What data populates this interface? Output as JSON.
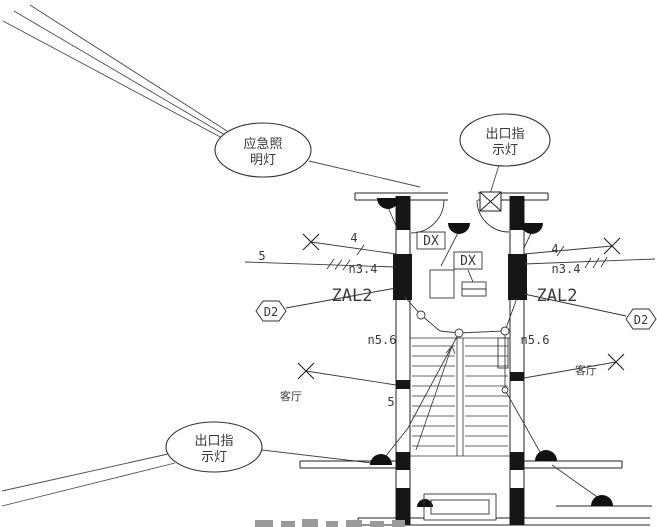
{
  "drawing": {
    "callouts": {
      "emergency": {
        "line1": "应急照",
        "line2": "明灯"
      },
      "exit_top": {
        "line1": "出口指",
        "line2": "示灯"
      },
      "exit_bottom": {
        "line1": "出口指",
        "line2": "示灯"
      }
    },
    "labels": {
      "dx_top": "DX",
      "dx_mid": "DX",
      "panel_left": "ZAL2",
      "panel_right": "ZAL2",
      "hex_left": "D2",
      "hex_right": "D2",
      "circuit_n34_left": "n3.4",
      "circuit_n34_right": "n3.4",
      "circuit_n56_left": "n5.6",
      "circuit_n56_right": "n5.6",
      "room_left": "客厅",
      "room_right": "客厅",
      "count4_left": "4",
      "count4_right": "4",
      "count5_left": "5",
      "count5_bottom": "5"
    },
    "colors": {
      "line": "#2b2b2b",
      "wire": "#3a3a3a",
      "text": "#3a3a3a",
      "solid_fill": "#161616",
      "background": "#ffffff"
    }
  }
}
